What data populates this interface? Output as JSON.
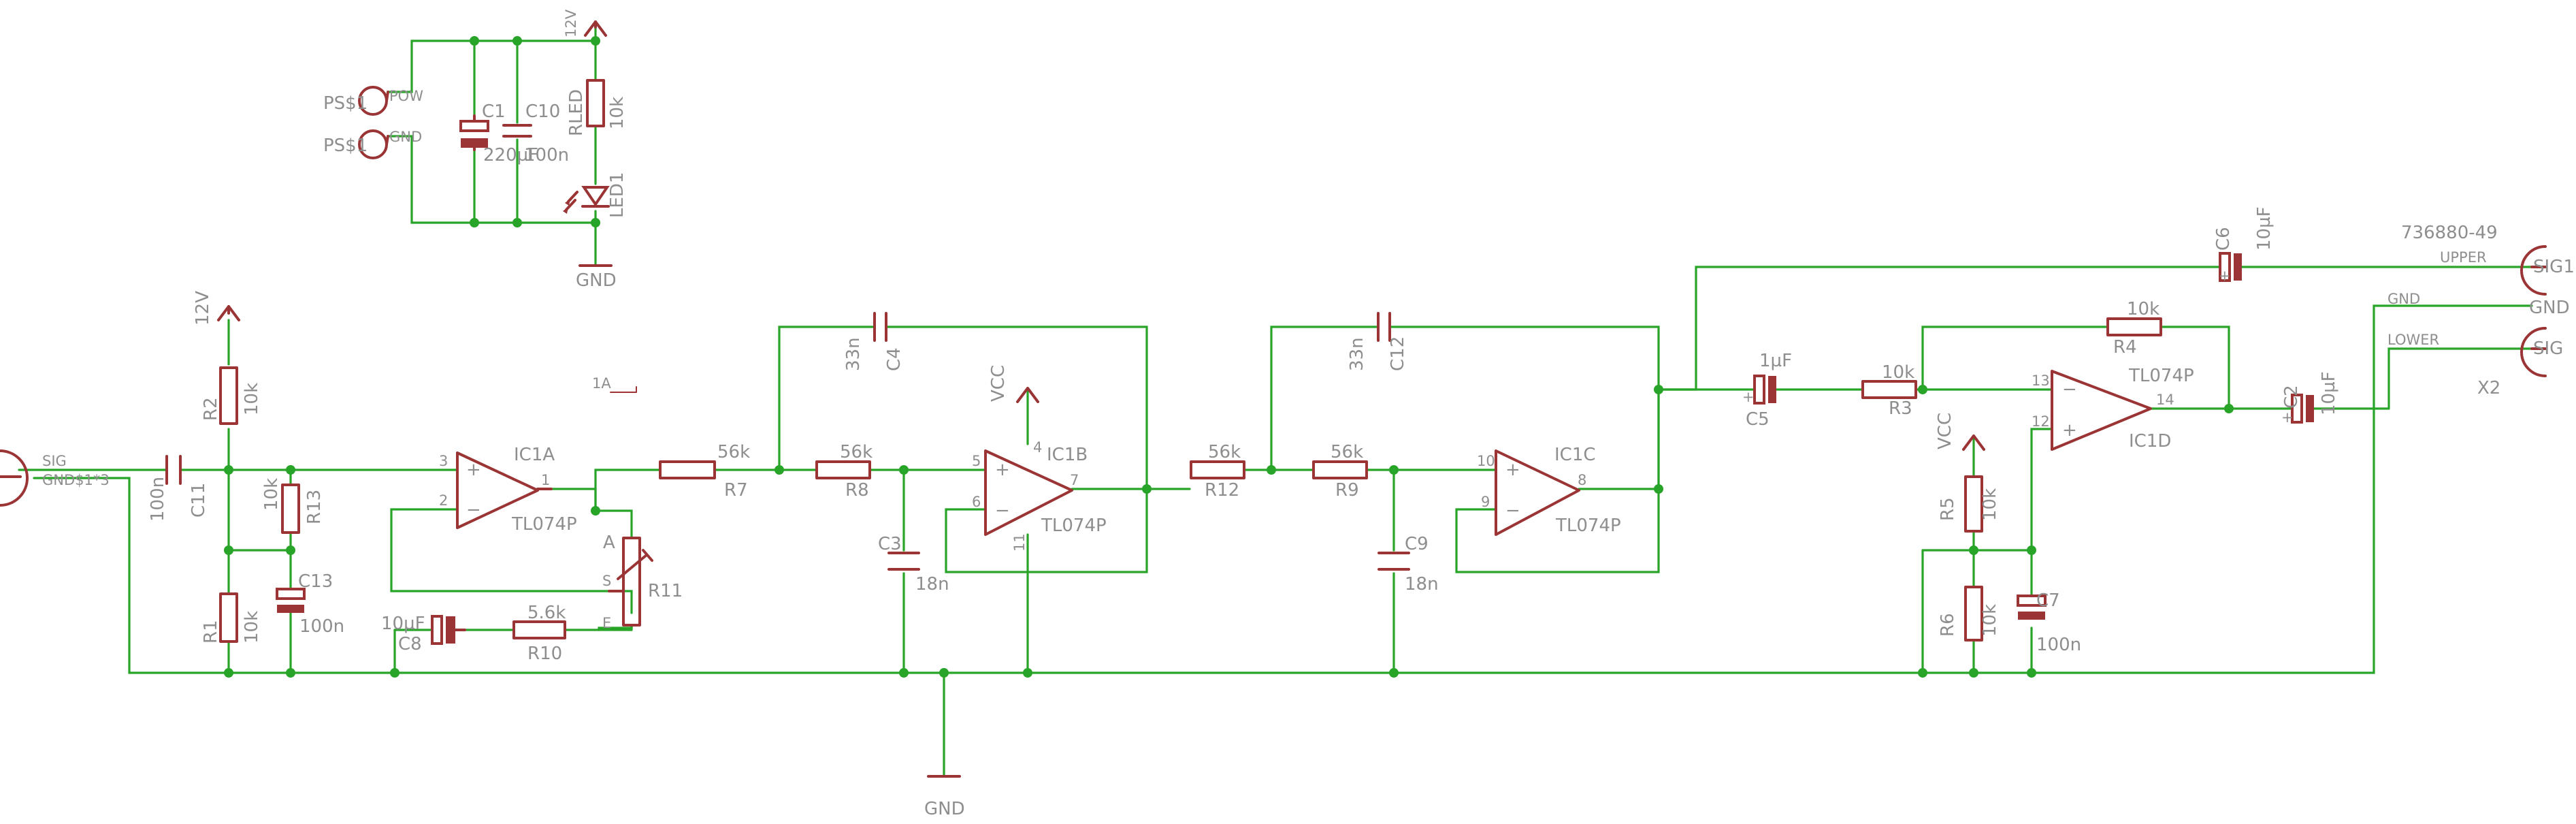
{
  "power": {
    "ps1_a": "PS$1",
    "ps1_b": "PS$1",
    "pow": "POW",
    "gnd": "GND",
    "c1_name": "C1",
    "c1_value": "220µF",
    "c10_name": "C10",
    "c10_value": "100n",
    "top_12v": "12V",
    "rled_name": "RLED",
    "rled_value": "10k",
    "led1_name": "LED1",
    "gnd_top": "GND"
  },
  "input": {
    "sig": "SIG",
    "gnd": "GND$1*3",
    "c11_name": "C11",
    "c11_value": "100n",
    "v12": "12V",
    "r2_name": "R2",
    "r2_value": "10k",
    "r13_name": "R13",
    "r13_value": "10k",
    "r1_name": "R1",
    "r1_value": "10k",
    "c13_name": "C13",
    "c13_value": "100n"
  },
  "stage1": {
    "ic1a_name": "IC1A",
    "ic1a_part": "TL074P",
    "pin3": "3",
    "pin2": "2",
    "pin1": "1",
    "one_a": "1A",
    "pin_a": "A",
    "pin_s": "S",
    "pin_e": "E",
    "r11_name": "R11",
    "c8_value": "10µF",
    "c8_name": "C8",
    "r10_value": "5.6k",
    "r10_name": "R10"
  },
  "filter1": {
    "r7_value": "56k",
    "r7_name": "R7",
    "r8_value": "56k",
    "r8_name": "R8",
    "c4_value": "33n",
    "c4_name": "C4",
    "c3_name": "C3",
    "c3_value": "18n",
    "vcc": "VCC",
    "ic1b_name": "IC1B",
    "ic1b_part": "TL074P",
    "pin5": "5",
    "pin6": "6",
    "pin4": "4",
    "pin7": "7",
    "pin11": "11"
  },
  "filter2": {
    "r12_value": "56k",
    "r12_name": "R12",
    "r9_value": "56k",
    "r9_name": "R9",
    "c12_value": "33n",
    "c12_name": "C12",
    "c9_name": "C9",
    "c9_value": "18n",
    "ic1c_name": "IC1C",
    "ic1c_part": "TL074P",
    "pin10": "10",
    "pin9": "9",
    "pin8": "8"
  },
  "output": {
    "c6_name": "C6",
    "c6_value": "10µF",
    "x2_part": "736880-49",
    "upper": "UPPER",
    "sig1": "SIG1",
    "gnd_l": "GND",
    "gnd_r": "GND",
    "lower": "LOWER",
    "sig": "SIG",
    "x2": "X2",
    "c5_value": "1µF",
    "c5_name": "C5",
    "r3_value": "10k",
    "r3_name": "R3",
    "r4_value": "10k",
    "r4_name": "R4",
    "ic1d_name": "IC1D",
    "ic1d_part": "TL074P",
    "pin13": "13",
    "pin12": "12",
    "pin14": "14",
    "c2_name": "C2",
    "c2_value": "10µF",
    "vcc": "VCC",
    "r5_name": "R5",
    "r5_value": "10k",
    "r6_name": "R6",
    "r6_value": "10k",
    "c7_name": "C7",
    "c7_value": "100n"
  },
  "ground": {
    "gnd_bottom": "GND"
  }
}
